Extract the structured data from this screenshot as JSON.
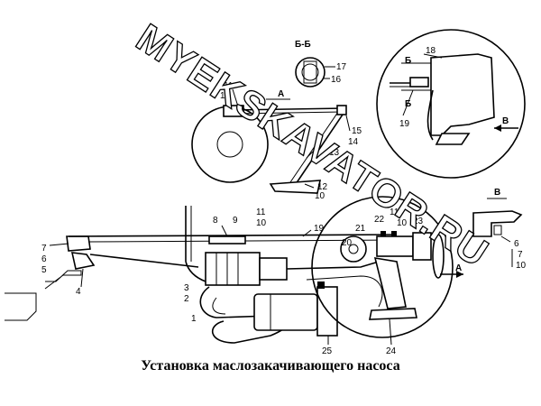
{
  "caption": "Установка маслозакачивающего насоса",
  "watermark": "MYEKSKAVATOR.RU",
  "section": {
    "title": "Б-Б",
    "labels": [
      "17",
      "16"
    ]
  },
  "view_a_label": "А",
  "view_b": {
    "title": "В",
    "labels": [
      "6",
      "7",
      "10"
    ]
  },
  "callout": {
    "labels": [
      "18",
      "19",
      "Б",
      "Б",
      "В"
    ]
  },
  "part_labels": {
    "n1": "1",
    "n2": "2",
    "n3": "3",
    "n4": "4",
    "n5": "5",
    "n6": "6",
    "n7": "7",
    "n8": "8",
    "n9": "9",
    "n10a": "10",
    "n10b": "10",
    "n10c": "10",
    "n10d": "10",
    "n11a": "11",
    "n11b": "11",
    "n11c": "11",
    "n12": "12",
    "n13": "13",
    "n14": "14",
    "n15": "15",
    "n19": "19",
    "n20": "20",
    "n21": "21",
    "n22": "22",
    "n23": "23",
    "n24": "24",
    "n25": "25",
    "arrowA": "А"
  }
}
